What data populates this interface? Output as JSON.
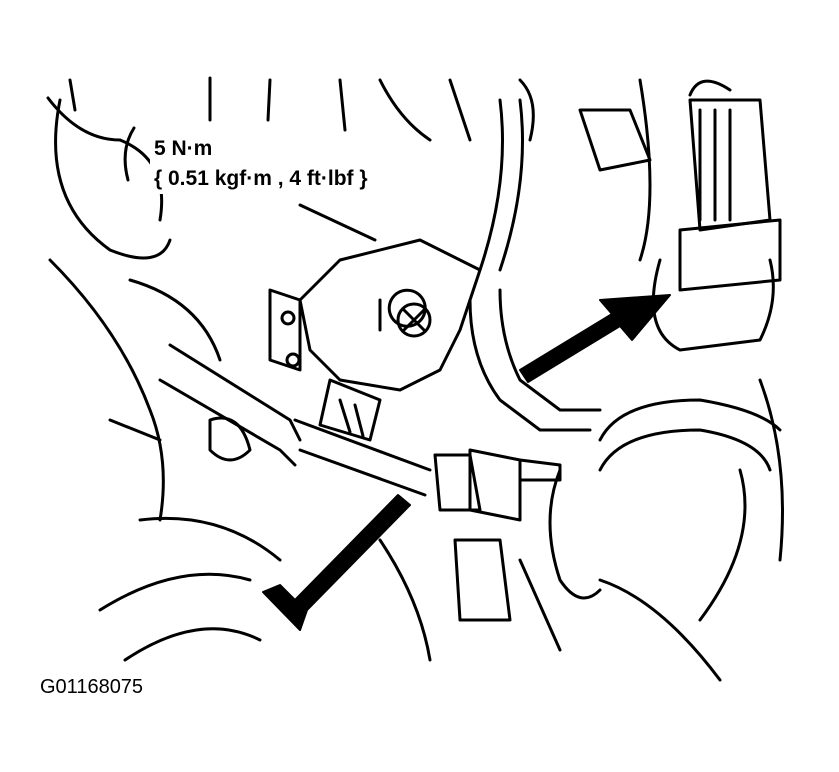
{
  "callout": {
    "line1": "5 N·m",
    "line2": "{ 0.51 kgf·m , 4 ft·lbf }"
  },
  "figure_id": "G01168075",
  "colors": {
    "ink": "#000000",
    "paper": "#ffffff"
  }
}
